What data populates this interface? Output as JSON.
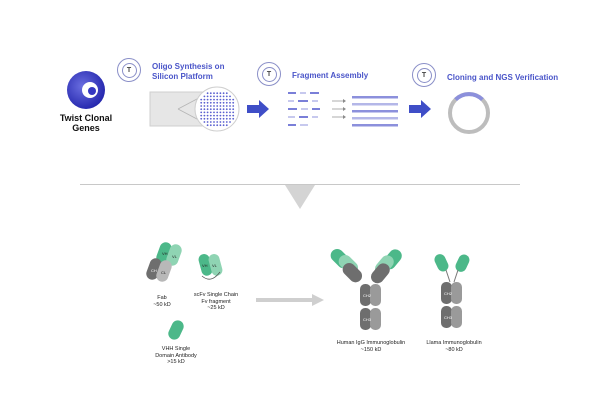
{
  "brand": {
    "line1": "Twist Clonal",
    "line2": "Genes"
  },
  "workflow": {
    "badge_letter": "T",
    "steps": [
      {
        "line1": "Oligo Synthesis on",
        "line2": "Silicon Platform"
      },
      {
        "line1": "Fragment Assembly"
      },
      {
        "line1": "Cloning and NGS Verification"
      }
    ]
  },
  "antibodies": {
    "fab": {
      "line1": "Fab",
      "line2": "~50 kD"
    },
    "scfv": {
      "line1": "scFv Single Chain",
      "line2": "Fv fragment",
      "line3": "~25 kD"
    },
    "vhh": {
      "line1": "VHH Single",
      "line2": "Domain Antibody",
      "line3": ">15 kD"
    },
    "igg": {
      "line1": "Human IgG Immunoglobulin",
      "line2": "~150 kD"
    },
    "llama": {
      "line1": "Llama Immunoglobulin",
      "line2": "~80 kD"
    }
  },
  "domain_labels": {
    "vh": "VH",
    "vl": "VL",
    "ch": "CH",
    "cl": "CL",
    "ch2": "CH2",
    "ch3": "CH3"
  },
  "colors": {
    "accent": "#4a55c9",
    "green": "#4cb889",
    "gray_dark": "#7b7b7b",
    "gray_light": "#bdbdbd"
  }
}
